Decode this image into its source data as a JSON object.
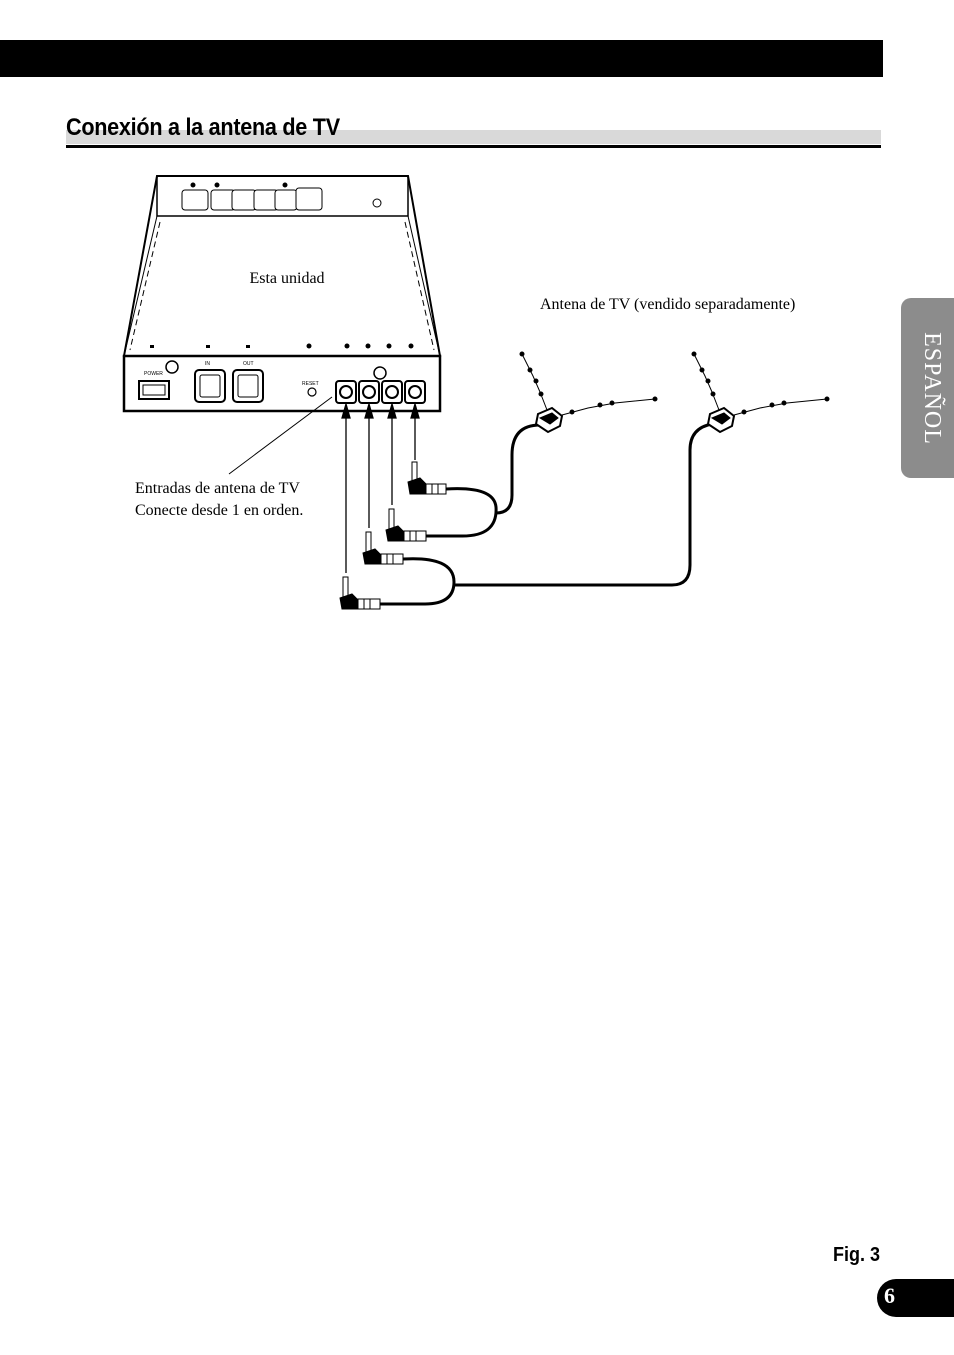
{
  "header": {
    "title": "Conexión a la antena de TV"
  },
  "side_tab": {
    "label": "ESPAÑOL"
  },
  "diagram": {
    "unit_label": "Esta unidad",
    "antenna_label": "Antena de TV (vendido separadamente)",
    "inputs_label_line1": "Entradas de antena de TV",
    "inputs_label_line2": "Conecte desde 1 en orden.",
    "panel": {
      "power": "POWER",
      "in": "IN",
      "out": "OUT",
      "reset": "RESET"
    }
  },
  "footer": {
    "figure": "Fig. 3",
    "page": "6"
  }
}
